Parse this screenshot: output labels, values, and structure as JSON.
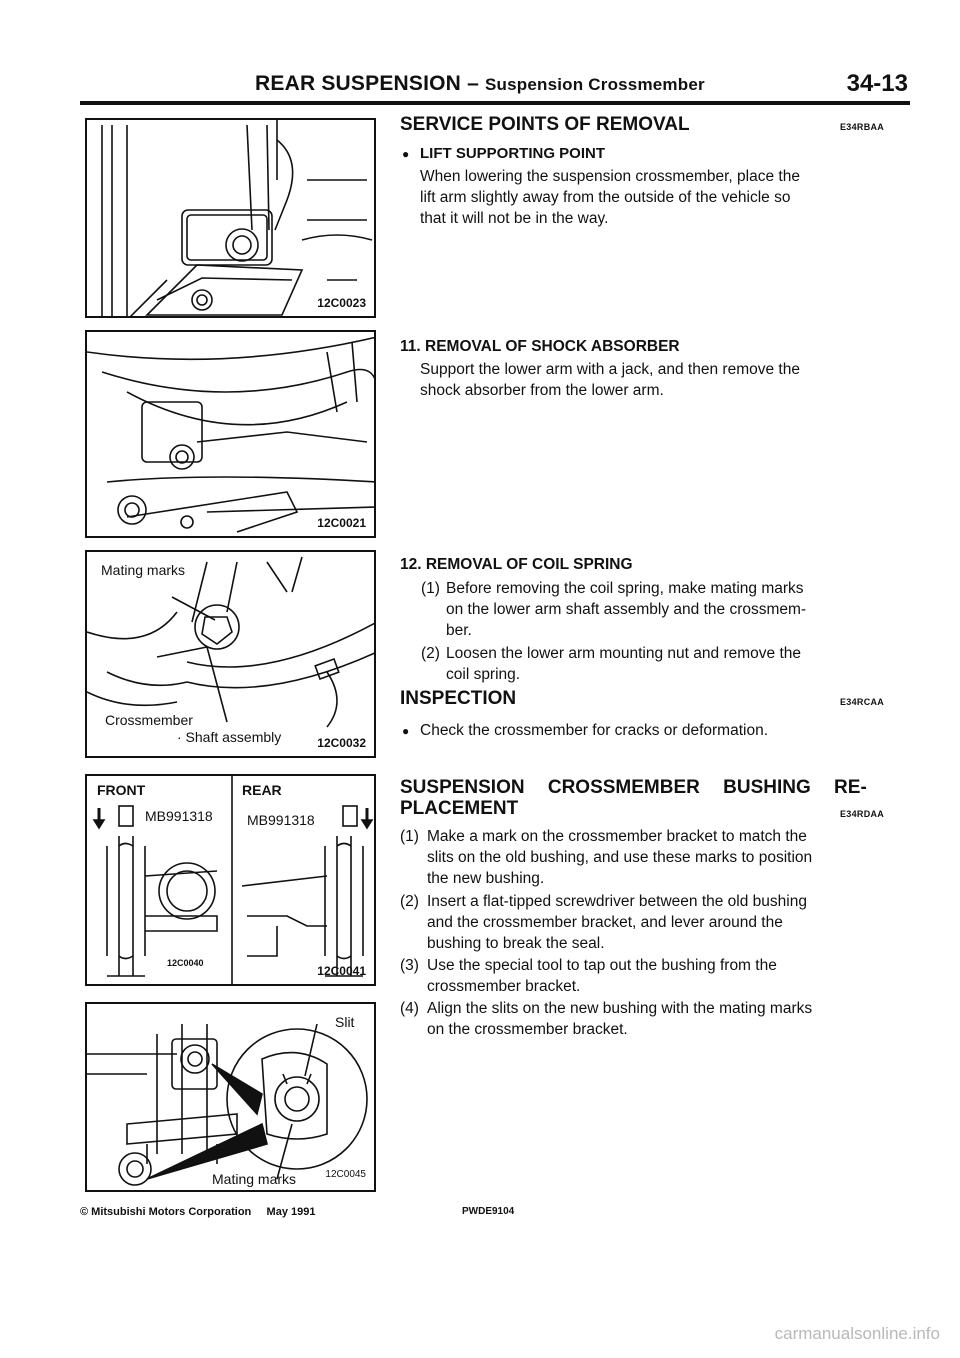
{
  "header": {
    "title_main": "REAR SUSPENSION – ",
    "title_sub": "Suspension Crossmember",
    "page_number": "34-13"
  },
  "figures": {
    "fig1": {
      "code": "12C0023"
    },
    "fig2": {
      "code": "12C0021"
    },
    "fig3": {
      "code": "12C0032",
      "label_mating": "Mating marks",
      "label_crossmember": "Crossmember",
      "label_shaft": "· Shaft assembly"
    },
    "fig4": {
      "front_label": "FRONT",
      "rear_label": "REAR",
      "tool_front": "MB991318",
      "tool_rear": "MB991318",
      "code_front": "12C0040",
      "code_rear": "12C0041"
    },
    "fig5": {
      "code": "12C0045",
      "label_slit": "Slit",
      "label_mating": "Mating marks"
    }
  },
  "sections": {
    "removal": {
      "title": "SERVICE POINTS OF REMOVAL",
      "code": "E34RBAA",
      "bullet_title": "LIFT SUPPORTING POINT",
      "text_l1": "When lowering the suspension crossmember, place the",
      "text_l2": "lift arm slightly away from the outside of the vehicle so",
      "text_l3": "that it will not be in the way."
    },
    "shock": {
      "title": "11. REMOVAL OF SHOCK ABSORBER",
      "text_l1": "Support the lower arm with a jack, and then remove the",
      "text_l2": "shock absorber from the lower arm."
    },
    "coil": {
      "title": "12. REMOVAL OF COIL SPRING",
      "s1_num": "(1)",
      "s1_l1": "Before removing the coil spring, make mating marks",
      "s1_l2": "on the lower arm shaft assembly and the crossmem-",
      "s1_l3": "ber.",
      "s2_num": "(2)",
      "s2_l1": "Loosen the lower arm mounting nut and remove the",
      "s2_l2": "coil spring."
    },
    "inspection": {
      "title": "INSPECTION",
      "code": "E34RCAA",
      "text": "Check the crossmember for cracks or deformation."
    },
    "bushing": {
      "title_l1": "SUSPENSION CROSSMEMBER BUSHING RE-",
      "title_l2": "PLACEMENT",
      "code": "E34RDAA",
      "s1_num": "(1)",
      "s1_l1": "Make a mark on the crossmember bracket to match the",
      "s1_l2": "slits on the old bushing, and use these marks to position",
      "s1_l3": "the new bushing.",
      "s2_num": "(2)",
      "s2_l1": "Insert a flat-tipped screwdriver between the old bushing",
      "s2_l2": "and the crossmember bracket, and lever around the",
      "s2_l3": "bushing to break the seal.",
      "s3_num": "(3)",
      "s3_l1": "Use the special tool to tap out the bushing from the",
      "s3_l2": "crossmember bracket.",
      "s4_num": "(4)",
      "s4_l1": "Align the slits on the new bushing with the mating marks",
      "s4_l2": "on the crossmember bracket."
    }
  },
  "footer": {
    "copyright": "© Mitsubishi Motors Corporation",
    "date": "May 1991",
    "doc_code": "PWDE9104"
  },
  "watermark": "carmanualsonline.info"
}
